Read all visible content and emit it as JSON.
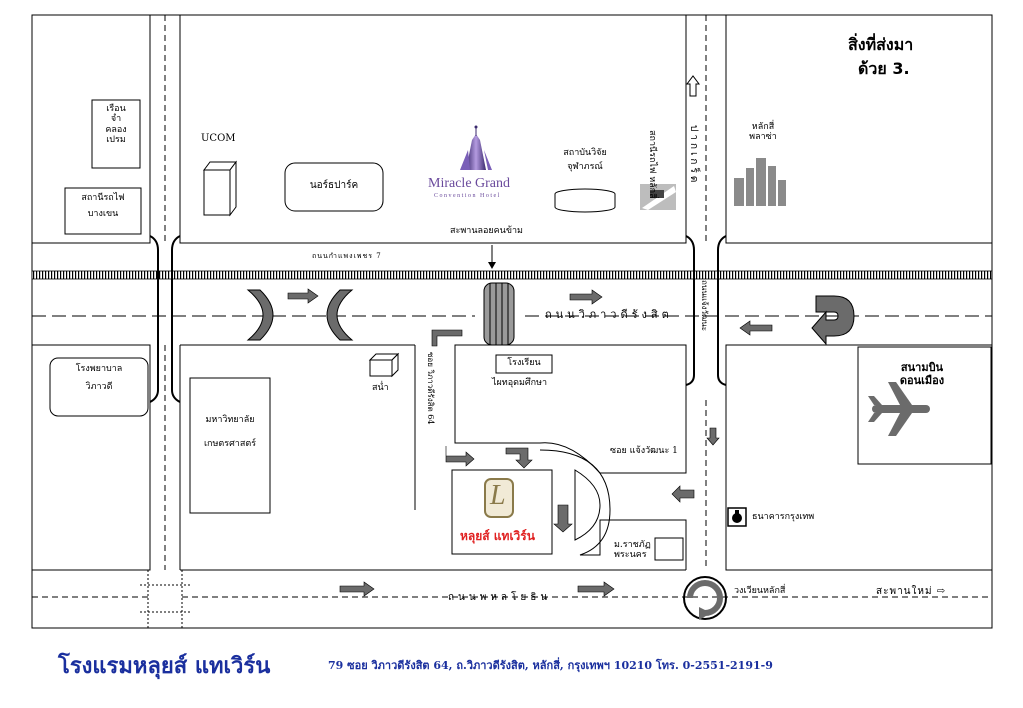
{
  "title_box": {
    "line1": "สิ่งที่ส่งมา",
    "line2": "ด้วย 3."
  },
  "landmarks": {
    "ruean": [
      "เรือน",
      "จำ",
      "คลอง",
      "เปรม"
    ],
    "train_station": [
      "สถานีรถไฟ",
      "บางเขน"
    ],
    "ucom": "UCOM",
    "north_park": "นอร์ธปาร์ค",
    "miracle_line1": "Miracle Grand",
    "miracle_line2": "Convention Hotel",
    "jewelry_institute": [
      "สถาบันวิจัย",
      "จุฬาภรณ์"
    ],
    "train_station_laksi": [
      "สถานีรถไฟ",
      "หลักสี่"
    ],
    "laksi_plaza": [
      "หลักสี่",
      "พลาซ่า"
    ],
    "pedestrian_bridge": "สะพานลอยคนข้าม",
    "hospital": [
      "โรงพยาบาล",
      "วิภาวดี"
    ],
    "sauna": "สน่ำ",
    "kasetsart": [
      "มหาวิทยาลัย",
      "เกษตรศาสตร์"
    ],
    "school_box": "โรงเรียน",
    "school_name": "ไผทอุดมศึกษา",
    "airport": [
      "สนามบิน",
      "ดอนเมือง"
    ],
    "bank": "ธนาคารกรุงเทพ",
    "rajabhat": [
      "ม.ราชภัฏ",
      "พระนคร"
    ],
    "hotel": "หลุยส์ แทเวิร์น",
    "hotel_monogram": "L"
  },
  "roads": {
    "kamphaeng_phet": "ถนนกำแพงเพชร 7",
    "vibhavadi": "ถนนวิภาวดีรังสิต",
    "phahonyothin": "ถนนพหลโยธิน",
    "soi_64": "ซอย วิภาวดีรังสิต 64",
    "soi_chaeng": "ซอย แจ้งวัฒนะ 1",
    "pak_kret": "ปากเกร็ด",
    "chaeng_watthana": "ถนนแจ้งวัฒนะ",
    "laksi_circle": "วงเวียนหลักสี่",
    "new_bridge": "สะพานใหม่ ⇨"
  },
  "footer": {
    "name": "โรงแรมหลุยส์ แทเวิร์น",
    "address": "79 ซอย วิภาวดีรังสิต 64, ถ.วิภาวดีรังสิต, หลักสี่, กรุงเทพฯ 10210 โทร. 0-2551-2191-9"
  },
  "colors": {
    "footer": "#1a2f9e",
    "hotel_name": "#e02020",
    "arrow": "#6b6b6b",
    "miracle": "#6a4a9c"
  },
  "icons": [
    "building-box-icon",
    "cylinder-icon",
    "train-icon",
    "city-skyline-icon",
    "airplane-icon",
    "money-bag-icon",
    "up-arrow-icon",
    "roundabout-icon",
    "u-turn-arrow-icon"
  ]
}
